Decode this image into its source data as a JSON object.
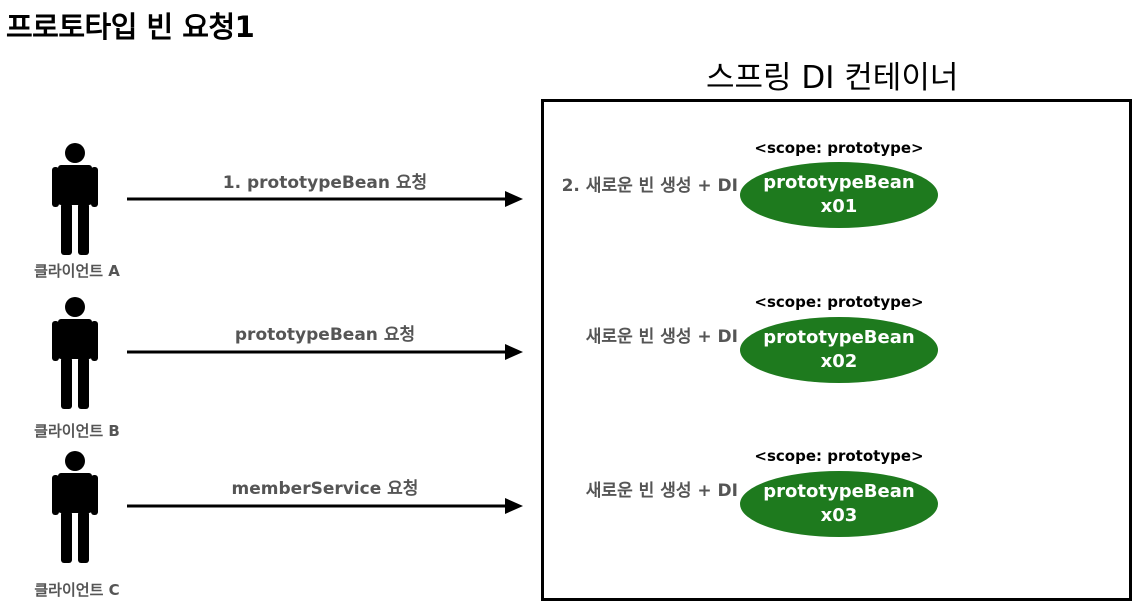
{
  "title": "프로토타입 빈 요청1",
  "container": {
    "title": "스프링 DI 컨테이너"
  },
  "clients": [
    {
      "label": "클라이언트 A"
    },
    {
      "label": "클라이언트 B"
    },
    {
      "label": "클라이언트 C"
    }
  ],
  "requests": [
    {
      "label": "1. prototypeBean 요청"
    },
    {
      "label": "prototypeBean 요청"
    },
    {
      "label": "memberService 요청"
    }
  ],
  "beans": [
    {
      "scope": "<scope: prototype>",
      "action": "2. 새로운 빈 생성 + DI",
      "name": "prototypeBean",
      "id": "x01"
    },
    {
      "scope": "<scope: prototype>",
      "action": "새로운 빈 생성 + DI",
      "name": "prototypeBean",
      "id": "x02"
    },
    {
      "scope": "<scope: prototype>",
      "action": "새로운 빈 생성 + DI",
      "name": "prototypeBean",
      "id": "x03"
    }
  ],
  "colors": {
    "bean_fill": "#1e7a1e",
    "label_gray": "#555555"
  }
}
